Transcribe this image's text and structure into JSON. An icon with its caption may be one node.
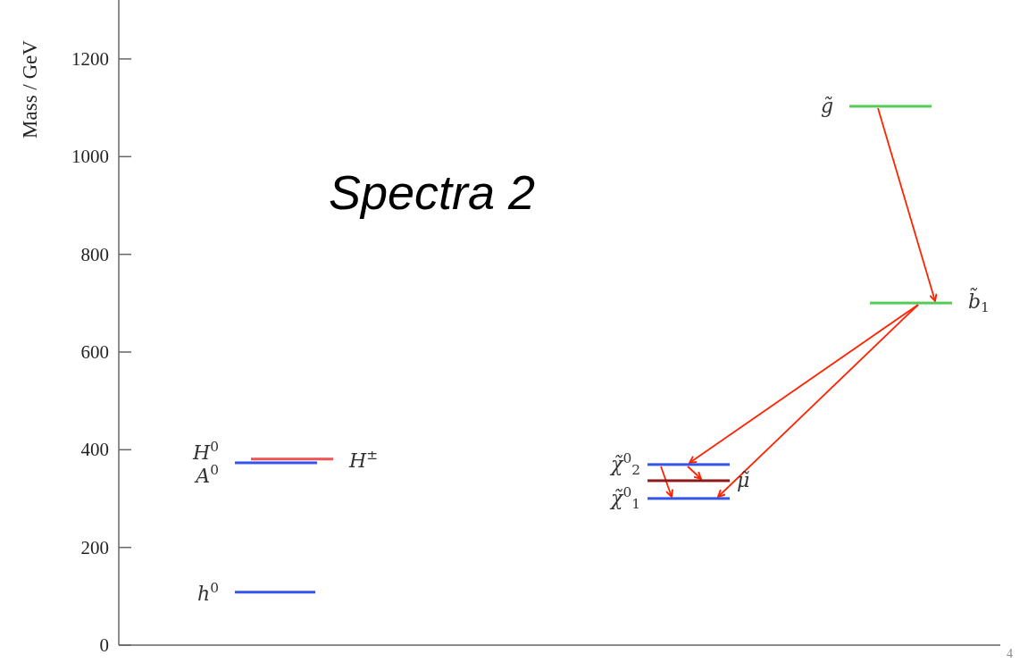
{
  "diagram": {
    "title": "Spectra 2",
    "nodes": [
      {
        "text": [
          "*g̃*"
        ]
      },
      {
        "text": [
          "*b̃*$_{1}$"
        ]
      },
      {
        "text": [
          "*H*$^{0}$",
          "*A*$^{0}$"
        ]
      },
      {
        "text": [
          "*H*$^{±}$"
        ]
      },
      {
        "text": [
          "*h*$^{0}$"
        ]
      },
      {
        "text": [
          "*χ̃*$^{0}$$_{2}$"
        ]
      },
      {
        "text": [
          "*μ̃*"
        ]
      },
      {
        "text": [
          "*χ̃*$^{0}$$_{1}$"
        ]
      }
    ],
    "edges": [
      {
        "from": 0,
        "to": 1,
        "arrow": "to"
      },
      {
        "from": 1,
        "to": 5,
        "arrow": "to"
      },
      {
        "from": 1,
        "to": 7,
        "arrow": "to"
      },
      {
        "from": 5,
        "to": 7,
        "arrow": "to"
      },
      {
        "from": 5,
        "to": 6,
        "arrow": "to"
      }
    ],
    "labels": [
      "Mass / GeV",
      "1200",
      "1000",
      "800",
      "600",
      "400",
      "200",
      "0",
      "4"
    ]
  }
}
